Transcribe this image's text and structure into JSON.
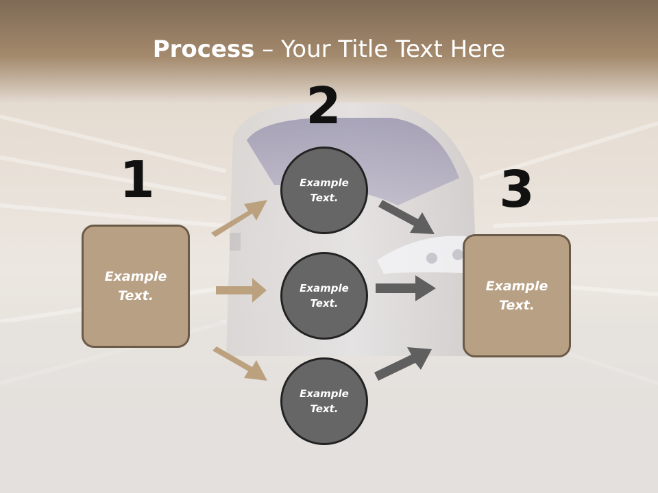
{
  "title": {
    "bold": "Process",
    "rest": " – Your Title Text Here"
  },
  "steps": [
    {
      "number": "1",
      "text": "Example\nText."
    },
    {
      "number": "2",
      "text": ""
    },
    {
      "number": "3",
      "text": "Example\nText."
    }
  ],
  "circles": [
    {
      "text": "Example\nText."
    },
    {
      "text": "Example\nText."
    },
    {
      "text": "Example\nText."
    }
  ],
  "colors": {
    "box_fill": "#b8a084",
    "box_border": "#6b5a48",
    "circle_fill": "#666666",
    "circle_border": "#222222",
    "arrow_tan": "#bca17f",
    "arrow_gray": "#5f5f5f"
  },
  "icons": [
    "arrow-right-icon"
  ]
}
